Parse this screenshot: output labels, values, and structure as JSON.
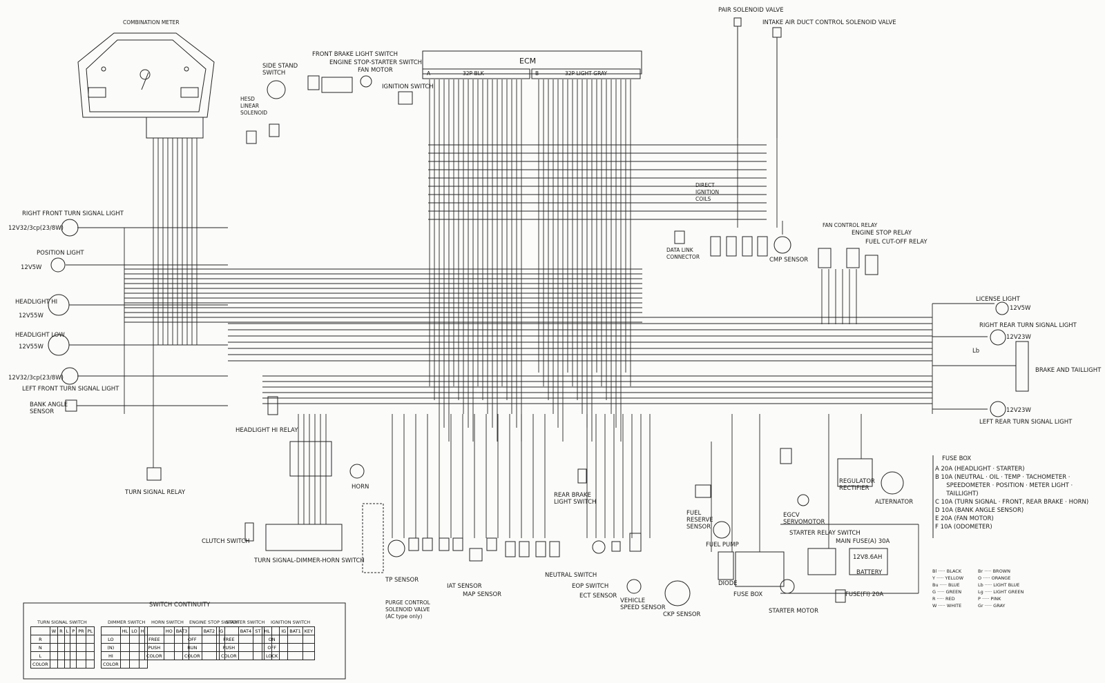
{
  "ecm": {
    "title": "ECM",
    "connector_a_letter": "A",
    "connector_a": "32P BLK",
    "connector_b_letter": "B",
    "connector_b": "32P LIGHT GRAY"
  },
  "labels": {
    "combination_meter": "COMBINATION METER",
    "side_stand_switch": "SIDE STAND\nSWITCH",
    "hesd": "HESD\nLINEAR\nSOLENOID",
    "front_brake_light_switch": "FRONT BRAKE LIGHT SWITCH",
    "engine_stop_starter_switch": "ENGINE STOP-STARTER SWITCH",
    "fan_motor": "FAN MOTOR",
    "ignition_switch": "IGNITION SWITCH",
    "pair_solenoid_valve": "PAIR SOLENOID VALVE",
    "intake_air_duct": "INTAKE AIR DUCT CONTROL SOLENOID VALVE",
    "direct_ignition_coils": "DIRECT\nIGNITION\nCOILS",
    "data_link_connector": "DATA LINK\nCONNECTOR",
    "ckp_sensor_top": "CMP SENSOR",
    "fan_control_relay": "FAN CONTROL RELAY",
    "engine_stop_relay": "ENGINE STOP RELAY",
    "fuel_cutoff_relay": "FUEL CUT-OFF RELAY",
    "right_front_turn": "RIGHT FRONT TURN SIGNAL LIGHT",
    "right_front_turn_spec": "12V32/3cp(23/8W)",
    "position_light": "POSITION LIGHT",
    "position_light_spec": "12V5W",
    "headlight_hi": "HEADLIGHT HI",
    "headlight_hi_spec": "12V55W",
    "headlight_low": "HEADLIGHT LOW",
    "headlight_low_spec": "12V55W",
    "left_front_turn_spec": "12V32/3cp(23/8W)",
    "left_front_turn": "LEFT FRONT TURN SIGNAL LIGHT",
    "bank_angle_sensor": "BANK ANGLE\nSENSOR",
    "headlight_hi_relay": "HEADLIGHT HI RELAY",
    "turn_signal_relay": "TURN SIGNAL RELAY",
    "horn": "HORN",
    "clutch_switch": "CLUTCH SWITCH",
    "turn_dimmer_horn": "TURN SIGNAL-DIMMER-HORN SWITCH",
    "tp_sensor": "TP SENSOR",
    "purge_control": "PURGE CONTROL\nSOLENOID VALVE\n(AC type only)",
    "iat_sensor": "IAT SENSOR",
    "map_sensor": "MAP SENSOR",
    "neutral_switch": "NEUTRAL SWITCH",
    "eop_switch": "EOP SWITCH",
    "ect_sensor": "ECT SENSOR",
    "vehicle_speed_sensor": "VEHICLE\nSPEED SENSOR",
    "ckp_sensor": "CKP SENSOR",
    "rear_brake_light_switch": "REAR BRAKE\nLIGHT SWITCH",
    "fuel_reserve_sensor": "FUEL\nRESERVE\nSENSOR",
    "fuel_pump": "FUEL PUMP",
    "diode": "DIODE",
    "fuse_box_label": "FUSE BOX",
    "egcv_servomotor": "EGCV\nSERVOMOTOR",
    "starter_motor": "STARTER MOTOR",
    "starter_relay_switch": "STARTER RELAY SWITCH",
    "main_fuse": "MAIN FUSE(A) 30A",
    "battery_spec": "12V8.6AH",
    "battery": "BATTERY",
    "fuse_fi": "FUSE(FI) 20A",
    "regulator_rectifier": "REGULATOR\nRECTIFIER",
    "alternator": "ALTERNATOR",
    "license_light": "LICENSE LIGHT",
    "license_light_spec": "12V5W",
    "right_rear_turn": "RIGHT REAR TURN SIGNAL LIGHT",
    "right_rear_spec": "12V23W",
    "brake_taillight": "BRAKE AND TAILLIGHT",
    "left_rear_spec": "12V23W",
    "left_rear_turn": "LEFT REAR TURN SIGNAL LIGHT",
    "lb": "Lb"
  },
  "fuse_box": {
    "title": "FUSE BOX",
    "items": [
      "A 20A (HEADLIGHT · STARTER)",
      "B 10A (NEUTRAL · OIL · TEMP · TACHOMETER ·",
      "      SPEEDOMETER · POSITION · METER LIGHT ·",
      "      TAILLIGHT)",
      "C 10A (TURN SIGNAL · FRONT, REAR BRAKE · HORN)",
      "D 10A (BANK ANGLE SENSOR)",
      "E 20A (FAN MOTOR)",
      "F 10A (ODOMETER)"
    ]
  },
  "color_codes": [
    {
      "code": "Bl",
      "name": "BLACK"
    },
    {
      "code": "Y",
      "name": "YELLOW"
    },
    {
      "code": "Bu",
      "name": "BLUE"
    },
    {
      "code": "G",
      "name": "GREEN"
    },
    {
      "code": "R",
      "name": "RED"
    },
    {
      "code": "W",
      "name": "WHITE"
    },
    {
      "code": "Br",
      "name": "BROWN"
    },
    {
      "code": "O",
      "name": "ORANGE"
    },
    {
      "code": "Lb",
      "name": "LIGHT BLUE"
    },
    {
      "code": "Lg",
      "name": "LIGHT GREEN"
    },
    {
      "code": "P",
      "name": "PINK"
    },
    {
      "code": "Gr",
      "name": "GRAY"
    }
  ],
  "switch_continuity": {
    "title": "SWITCH CONTINUITY",
    "tables": [
      {
        "title": "TURN SIGNAL SWITCH",
        "headers": [
          "",
          "W",
          "R",
          "L",
          "P",
          "PR",
          "PL"
        ],
        "rows": [
          "R",
          "N",
          "L",
          "COLOR"
        ]
      },
      {
        "title": "DIMMER SWITCH",
        "headers": [
          "",
          "HL",
          "LO",
          "HI"
        ],
        "rows": [
          "LO",
          "(N)",
          "HI",
          "COLOR"
        ]
      },
      {
        "title": "HORN SWITCH",
        "headers": [
          "",
          "HO",
          "BAT3"
        ],
        "rows": [
          "FREE",
          "PUSH",
          "COLOR"
        ]
      },
      {
        "title": "ENGINE STOP SWITCH",
        "headers": [
          "",
          "BAT2",
          "IG"
        ],
        "rows": [
          "OFF",
          "RUN",
          "COLOR"
        ]
      },
      {
        "title": "STARTER SWITCH",
        "headers": [
          "",
          "BAT4",
          "ST",
          "HL"
        ],
        "rows": [
          "FREE",
          "PUSH",
          "COLOR"
        ]
      },
      {
        "title": "IGNITION SWITCH",
        "headers": [
          "",
          "IG",
          "BAT1",
          "KEY"
        ],
        "rows": [
          "ON",
          "OFF",
          "LOCK"
        ]
      }
    ]
  },
  "colors": {
    "ink": "#1a1a1a",
    "paper": "#fbfbf9"
  }
}
